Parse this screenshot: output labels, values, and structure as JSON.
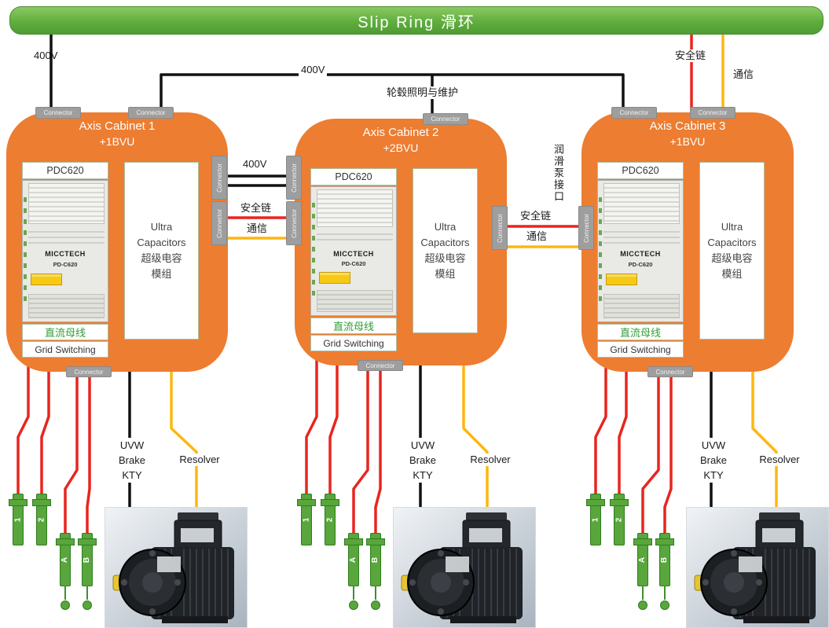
{
  "slip_ring": {
    "label": "Slip Ring 滑环"
  },
  "colors": {
    "slip_ring_green": "#61b24b",
    "cabinet_orange": "#ED7D31",
    "power_wire_black": "#111111",
    "safety_wire_red": "#e8251f",
    "comm_wire_yellow": "#ffb612",
    "terminal_green": "#58a63c",
    "connector_gray": "#9e9e9e",
    "dc_bus_green": "#2e9e36"
  },
  "wire_labels": {
    "v400_left": "400V",
    "v400_top": "400V",
    "v400_mid": "400V",
    "safety_right": "安全链",
    "comm_right": "通信",
    "safety_mid12": "安全链",
    "comm_mid12": "通信",
    "safety_mid23": "安全链",
    "comm_mid23": "通信",
    "hub_lighting": "轮毂照明与维护",
    "lube_pump": "润滑泵接口"
  },
  "connector_label": "Connector",
  "cabinets": [
    {
      "title": "Axis Cabinet 1",
      "subtitle": "+1BVU",
      "pdc": "PDC620",
      "brand": "MICCTECH",
      "model": "PD-C620",
      "ultra": "Ultra\nCapacitors\n超级电容\n模组",
      "dc_bus": "直流母线",
      "grid": "Grid Switching",
      "uvw": "UVW\nBrake\nKTY",
      "resolver": "Resolver",
      "terminals": [
        "1",
        "2",
        "A",
        "B"
      ]
    },
    {
      "title": "Axis Cabinet 2",
      "subtitle": "+2BVU",
      "pdc": "PDC620",
      "brand": "MICCTECH",
      "model": "PD-C620",
      "ultra": "Ultra\nCapacitors\n超级电容\n模组",
      "dc_bus": "直流母线",
      "grid": "Grid Switching",
      "uvw": "UVW\nBrake\nKTY",
      "resolver": "Resolver",
      "terminals": [
        "1",
        "2",
        "A",
        "B"
      ]
    },
    {
      "title": "Axis Cabinet 3",
      "subtitle": "+1BVU",
      "pdc": "PDC620",
      "brand": "MICCTECH",
      "model": "PD-C620",
      "ultra": "Ultra\nCapacitors\n超级电容\n模组",
      "dc_bus": "直流母线",
      "grid": "Grid Switching",
      "uvw": "UVW\nBrake\nKTY",
      "resolver": "Resolver",
      "terminals": [
        "1",
        "2",
        "A",
        "B"
      ]
    }
  ]
}
